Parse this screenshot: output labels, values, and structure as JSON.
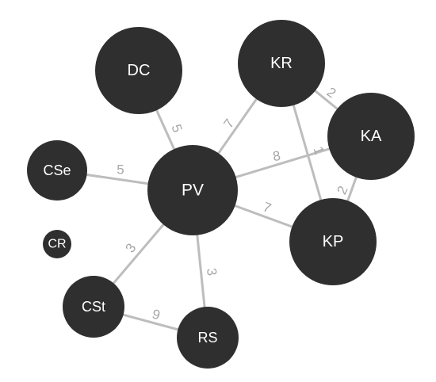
{
  "nodes": [
    {
      "id": "DC",
      "label": "DC"
    },
    {
      "id": "KR",
      "label": "KR"
    },
    {
      "id": "KA",
      "label": "KA"
    },
    {
      "id": "CSe",
      "label": "CSe"
    },
    {
      "id": "PV",
      "label": "PV"
    },
    {
      "id": "CR",
      "label": "CR"
    },
    {
      "id": "KP",
      "label": "KP"
    },
    {
      "id": "CSt",
      "label": "CSt"
    },
    {
      "id": "RS",
      "label": "RS"
    }
  ],
  "edges": [
    {
      "source": "DC",
      "target": "PV",
      "weight": "5"
    },
    {
      "source": "CSe",
      "target": "PV",
      "weight": "5"
    },
    {
      "source": "PV",
      "target": "KR",
      "weight": "7"
    },
    {
      "source": "PV",
      "target": "KA",
      "weight": "8"
    },
    {
      "source": "PV",
      "target": "KP",
      "weight": "7"
    },
    {
      "source": "PV",
      "target": "CSt",
      "weight": "3"
    },
    {
      "source": "PV",
      "target": "RS",
      "weight": "3"
    },
    {
      "source": "KR",
      "target": "KA",
      "weight": "2"
    },
    {
      "source": "KR",
      "target": "KP",
      "weight": "1"
    },
    {
      "source": "KA",
      "target": "KP",
      "weight": "2"
    },
    {
      "source": "CSt",
      "target": "RS",
      "weight": "9"
    }
  ],
  "colors": {
    "node_fill": "#2f2f2f",
    "node_text": "#ffffff",
    "edge_stroke": "#bdbdbd",
    "edge_label": "#a6a6a6",
    "background": "#ffffff"
  }
}
